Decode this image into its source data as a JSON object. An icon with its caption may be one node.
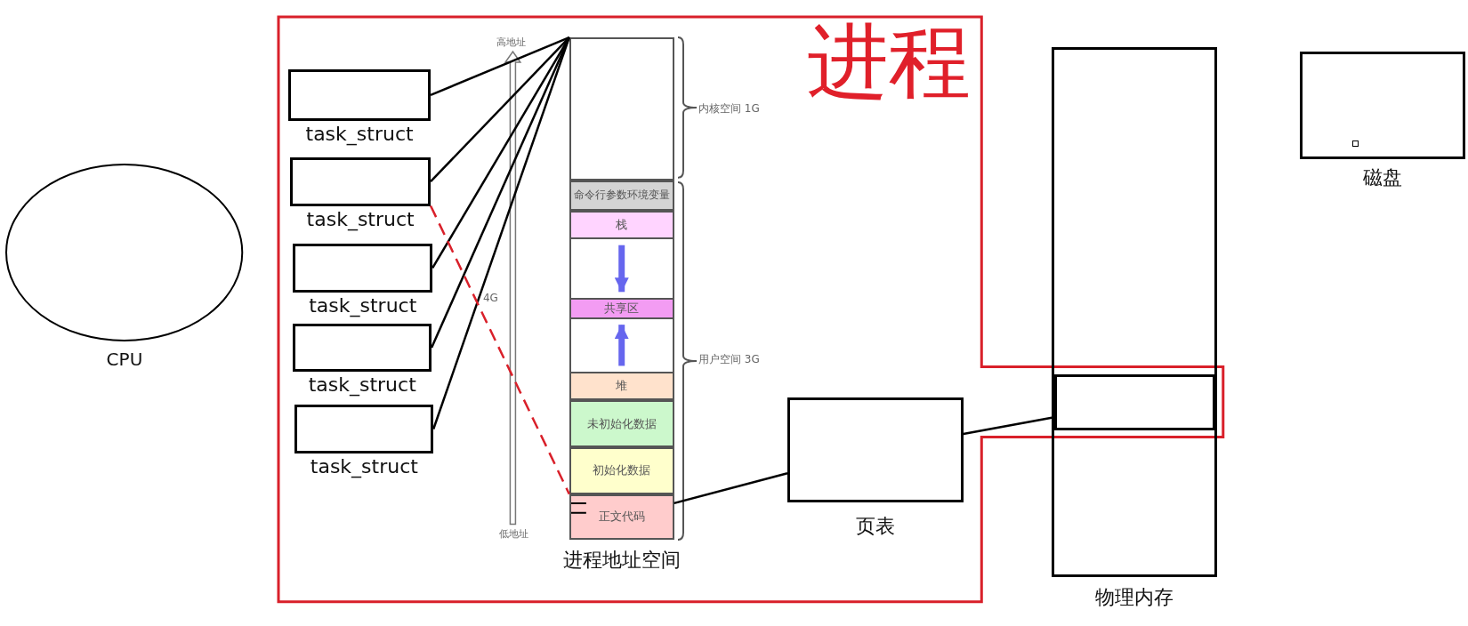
{
  "diagram": {
    "nodes": [
      {
        "text": [
          "进程"
        ]
      },
      {
        "text": [
          "CPU"
        ]
      },
      {
        "text": [
          "task_struct"
        ],
        "in": 0
      },
      {
        "text": [
          "task_struct"
        ],
        "in": 0
      },
      {
        "text": [
          "task_struct"
        ],
        "in": 0
      },
      {
        "text": [
          "task_struct"
        ],
        "in": 0
      },
      {
        "text": [
          "task_struct"
        ],
        "in": 0
      },
      {
        "text": [
          "进程地址空间"
        ],
        "in": 0
      },
      {
        "text": [],
        "shape": "box",
        "in": 7
      },
      {
        "text": [
          "命令行参数环境变量"
        ],
        "in": 7
      },
      {
        "text": [
          "栈"
        ],
        "in": 7
      },
      {
        "text": [
          "共享区"
        ],
        "in": 7
      },
      {
        "text": [
          "堆"
        ],
        "in": 7
      },
      {
        "text": [
          "未初始化数据"
        ],
        "in": 7
      },
      {
        "text": [
          "初始化数据"
        ],
        "in": 7
      },
      {
        "text": [
          "正文代码"
        ],
        "in": 7
      },
      {
        "text": [
          "页表"
        ],
        "in": 0
      },
      {
        "text": [
          "物理内存"
        ]
      },
      {
        "text": [],
        "shape": "box",
        "in": 17
      },
      {
        "text": [
          "磁盘"
        ]
      }
    ],
    "edges": [
      {
        "from": 2,
        "to": 8,
        "arrow": "none"
      },
      {
        "from": 3,
        "to": 8,
        "arrow": "none"
      },
      {
        "from": 4,
        "to": 8,
        "arrow": "none"
      },
      {
        "from": 5,
        "to": 8,
        "arrow": "none"
      },
      {
        "from": 6,
        "to": 8,
        "arrow": "none"
      },
      {
        "from": 3,
        "to": 15,
        "arrow": "none",
        "style": "dashed",
        "color": "#d9202a"
      },
      {
        "from": 15,
        "to": 16,
        "arrow": "none"
      },
      {
        "from": 16,
        "to": 18,
        "arrow": "none"
      },
      {
        "from": 10,
        "to": 11,
        "arrow": "to",
        "style": "thick",
        "color": "#6666ee"
      },
      {
        "from": 12,
        "to": 11,
        "arrow": "to",
        "style": "thick",
        "color": "#6666ee"
      }
    ],
    "labels": [
      "高地址",
      "4G",
      "低地址",
      "内核空间 1G",
      "用户空间 3G"
    ]
  }
}
